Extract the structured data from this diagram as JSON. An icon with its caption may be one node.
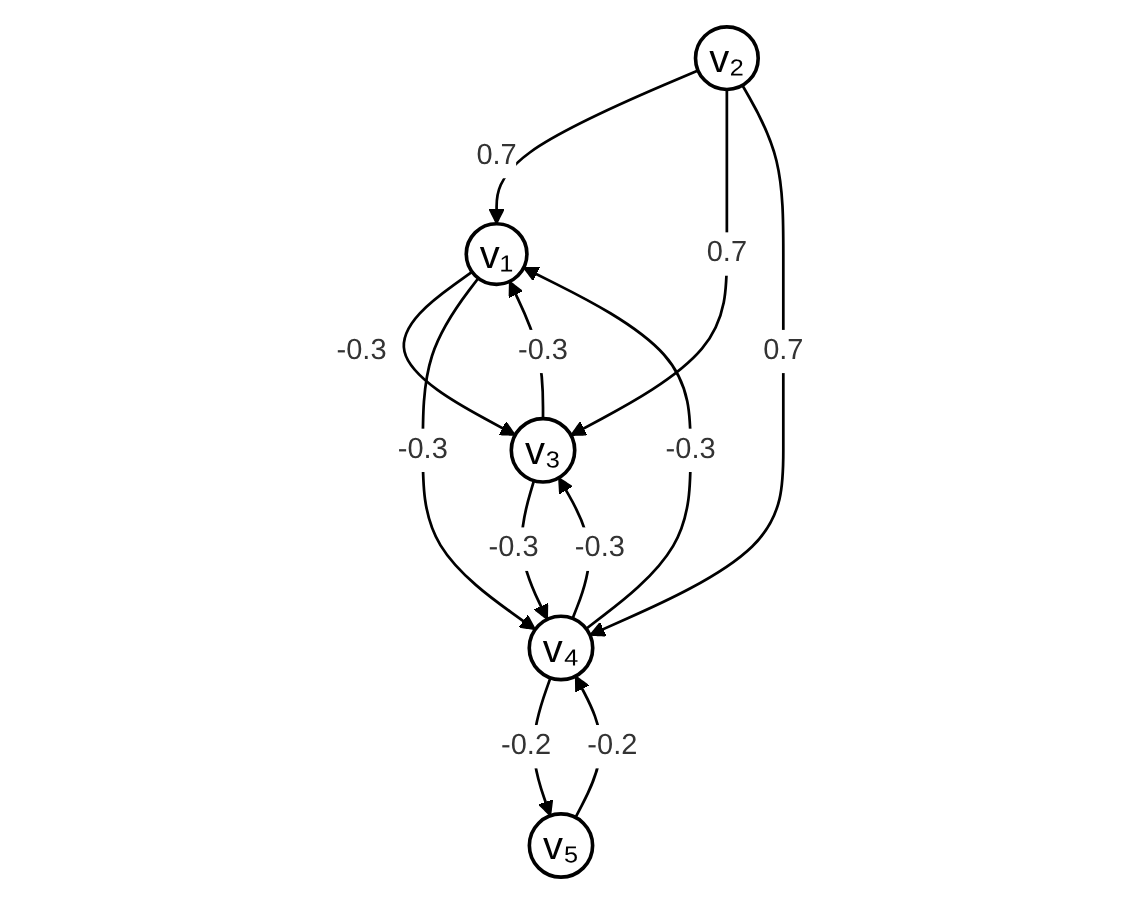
{
  "diagram": {
    "nodes": [
      {
        "text": [
          "v₁"
        ]
      },
      {
        "text": [
          "v₂"
        ]
      },
      {
        "text": [
          "v₃"
        ]
      },
      {
        "text": [
          "v₄"
        ]
      },
      {
        "text": [
          "v₅"
        ]
      }
    ],
    "edges": [
      {
        "from": 0,
        "to": 2,
        "arrow": "to",
        "label": "-0.3"
      },
      {
        "from": 2,
        "to": 0,
        "arrow": "to",
        "label": "-0.3"
      },
      {
        "from": 1,
        "to": 0,
        "arrow": "to",
        "label": "0.7"
      },
      {
        "from": 0,
        "to": 3,
        "arrow": "to",
        "label": "-0.3"
      },
      {
        "from": 3,
        "to": 0,
        "arrow": "to",
        "label": "-0.3"
      },
      {
        "from": 1,
        "to": 2,
        "arrow": "to",
        "label": "0.7"
      },
      {
        "from": 1,
        "to": 3,
        "arrow": "to",
        "label": "0.7"
      },
      {
        "from": 3,
        "to": 2,
        "arrow": "to",
        "label": "-0.3"
      },
      {
        "from": 2,
        "to": 3,
        "arrow": "to",
        "label": "-0.3"
      },
      {
        "from": 4,
        "to": 3,
        "arrow": "to",
        "label": "-0.2"
      },
      {
        "from": 3,
        "to": 4,
        "arrow": "to",
        "label": "-0.2"
      }
    ]
  }
}
